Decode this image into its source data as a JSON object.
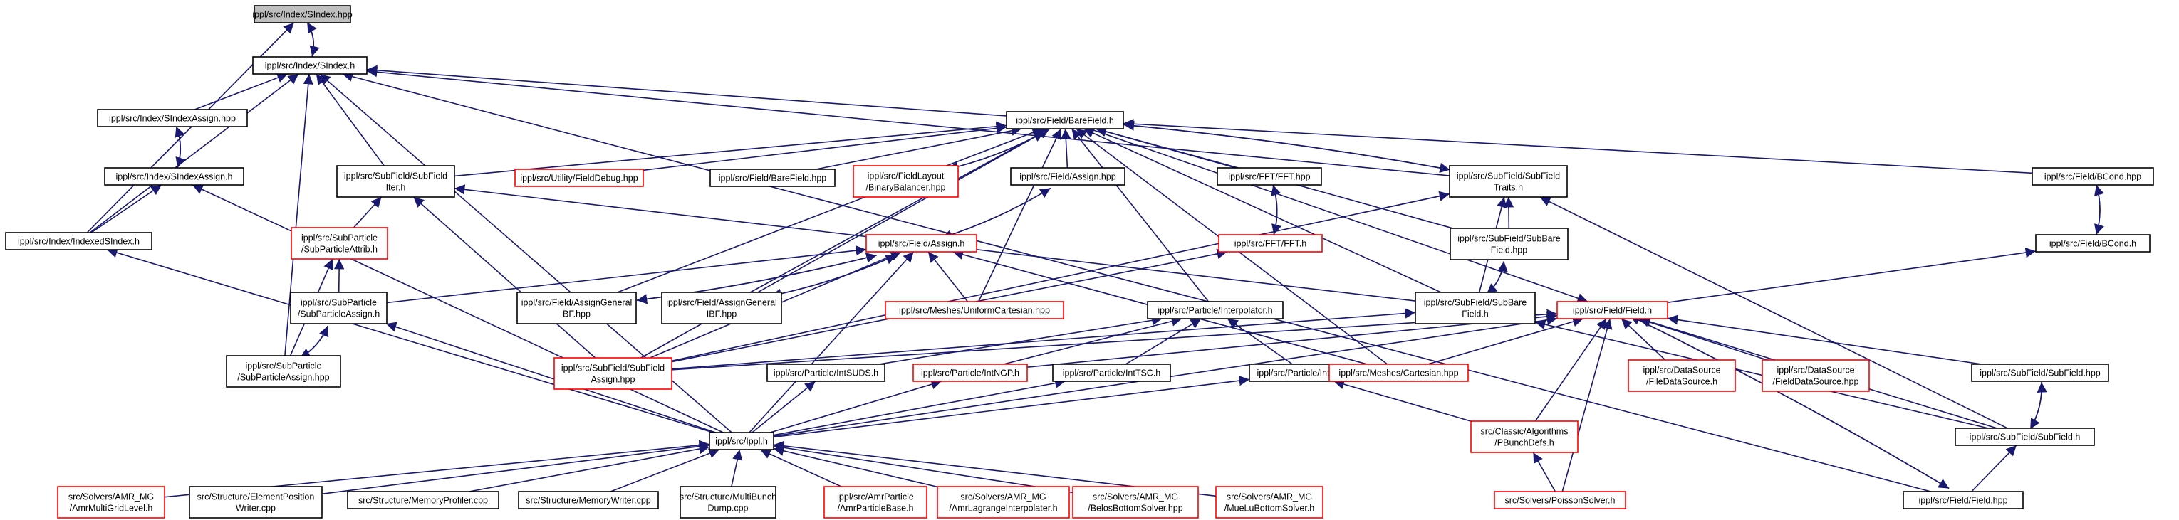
{
  "colors": {
    "edge": "#191970",
    "missing_border": "#ff0000",
    "root_fill": "#bfbfbf",
    "normal_border": "#000000"
  },
  "nodes": [
    {
      "id": "sindex_hpp",
      "lines": [
        "ippl/src/Index/SIndex.hpp"
      ],
      "root": true
    },
    {
      "id": "sindex_h",
      "lines": [
        "ippl/src/Index/SIndex.h"
      ]
    },
    {
      "id": "sindexassign_hpp",
      "lines": [
        "ippl/src/Index/SIndexAssign.hpp"
      ]
    },
    {
      "id": "sindexassign_h",
      "lines": [
        "ippl/src/Index/SIndexAssign.h"
      ]
    },
    {
      "id": "indexedsindex_h",
      "lines": [
        "ippl/src/Index/IndexedSIndex.h"
      ]
    },
    {
      "id": "barefield_h",
      "lines": [
        "ippl/src/Field/BareField.h"
      ]
    },
    {
      "id": "subfielditer_h",
      "lines": [
        "ippl/src/SubField/SubField",
        "Iter.h"
      ]
    },
    {
      "id": "fielddebug_hpp",
      "lines": [
        "ippl/src/Utility/FieldDebug.hpp"
      ],
      "missing": true
    },
    {
      "id": "barefield_hpp",
      "lines": [
        "ippl/src/Field/BareField.hpp"
      ]
    },
    {
      "id": "binarybalancer_hpp",
      "lines": [
        "ippl/src/FieldLayout",
        "/BinaryBalancer.hpp"
      ],
      "missing": true
    },
    {
      "id": "assign_hpp",
      "lines": [
        "ippl/src/Field/Assign.hpp"
      ]
    },
    {
      "id": "fft_hpp",
      "lines": [
        "ippl/src/FFT/FFT.hpp"
      ]
    },
    {
      "id": "subfieldtraits_h",
      "lines": [
        "ippl/src/SubField/SubField",
        "Traits.h"
      ]
    },
    {
      "id": "bcond_hpp",
      "lines": [
        "ippl/src/Field/BCond.hpp"
      ]
    },
    {
      "id": "subparticleattrib_h",
      "lines": [
        "ippl/src/SubParticle",
        "/SubParticleAttrib.h"
      ],
      "missing": true
    },
    {
      "id": "assign_h",
      "lines": [
        "ippl/src/Field/Assign.h"
      ],
      "missing": true
    },
    {
      "id": "fft_h",
      "lines": [
        "ippl/src/FFT/FFT.h"
      ],
      "missing": true
    },
    {
      "id": "subbarefield_hpp",
      "lines": [
        "ippl/src/SubField/SubBare",
        "Field.hpp"
      ]
    },
    {
      "id": "bcond_h",
      "lines": [
        "ippl/src/Field/BCond.h"
      ]
    },
    {
      "id": "subparticleassign_h",
      "lines": [
        "ippl/src/SubParticle",
        "/SubParticleAssign.h"
      ]
    },
    {
      "id": "assigngeneralbf_hpp",
      "lines": [
        "ippl/src/Field/AssignGeneral",
        "BF.hpp"
      ]
    },
    {
      "id": "assigngeneralibf_hpp",
      "lines": [
        "ippl/src/Field/AssignGeneral",
        "IBF.hpp"
      ]
    },
    {
      "id": "uniformcartesian_hpp",
      "lines": [
        "ippl/src/Meshes/UniformCartesian.hpp"
      ],
      "missing": true
    },
    {
      "id": "interpolator_h",
      "lines": [
        "ippl/src/Particle/Interpolator.h"
      ]
    },
    {
      "id": "subbarefield_h",
      "lines": [
        "ippl/src/SubField/SubBare",
        "Field.h"
      ]
    },
    {
      "id": "field_h",
      "lines": [
        "ippl/src/Field/Field.h"
      ],
      "missing": true
    },
    {
      "id": "subparticleassign_hpp",
      "lines": [
        "ippl/src/SubParticle",
        "/SubParticleAssign.hpp"
      ]
    },
    {
      "id": "subfieldassign_hpp",
      "lines": [
        "ippl/src/SubField/SubField",
        "Assign.hpp"
      ],
      "missing": true
    },
    {
      "id": "intsuds_h",
      "lines": [
        "ippl/src/Particle/IntSUDS.h"
      ]
    },
    {
      "id": "intngp_h",
      "lines": [
        "ippl/src/Particle/IntNGP.h"
      ],
      "missing": true
    },
    {
      "id": "inttsc_h",
      "lines": [
        "ippl/src/Particle/IntTSC.h"
      ]
    },
    {
      "id": "intcic_h",
      "lines": [
        "ippl/src/Particle/IntCIC.h"
      ]
    },
    {
      "id": "cartesian_hpp",
      "lines": [
        "ippl/src/Meshes/Cartesian.hpp"
      ],
      "missing": true
    },
    {
      "id": "filedatasource_h",
      "lines": [
        "ippl/src/DataSource",
        "/FileDataSource.h"
      ],
      "missing": true
    },
    {
      "id": "fielddatasource_hpp",
      "lines": [
        "ippl/src/DataSource",
        "/FieldDataSource.hpp"
      ],
      "missing": true
    },
    {
      "id": "subfield_hpp",
      "lines": [
        "ippl/src/SubField/SubField.hpp"
      ]
    },
    {
      "id": "pbunchdefs_h",
      "lines": [
        "src/Classic/Algorithms",
        "/PBunchDefs.h"
      ],
      "missing": true
    },
    {
      "id": "subfield_h",
      "lines": [
        "ippl/src/SubField/SubField.h"
      ]
    },
    {
      "id": "ippl_h",
      "lines": [
        "ippl/src/Ippl.h"
      ]
    },
    {
      "id": "poissonsolver_h",
      "lines": [
        "src/Solvers/PoissonSolver.h"
      ],
      "missing": true
    },
    {
      "id": "field_hpp",
      "lines": [
        "ippl/src/Field/Field.hpp"
      ]
    },
    {
      "id": "amrmultigridlevel_h",
      "lines": [
        "src/Solvers/AMR_MG",
        "/AmrMultiGridLevel.h"
      ],
      "missing": true
    },
    {
      "id": "elementposition_cpp",
      "lines": [
        "src/Structure/ElementPosition",
        "Writer.cpp"
      ]
    },
    {
      "id": "memoryprofiler_cpp",
      "lines": [
        "src/Structure/MemoryProfiler.cpp"
      ]
    },
    {
      "id": "memorywriter_cpp",
      "lines": [
        "src/Structure/MemoryWriter.cpp"
      ]
    },
    {
      "id": "multibunchdump_cpp",
      "lines": [
        "src/Structure/MultiBunch",
        "Dump.cpp"
      ]
    },
    {
      "id": "amrparticlebase_h",
      "lines": [
        "ippl/src/AmrParticle",
        "/AmrParticleBase.h"
      ],
      "missing": true
    },
    {
      "id": "amrlagrangeinterpolater_h",
      "lines": [
        "src/Solvers/AMR_MG",
        "/AmrLagrangeInterpolater.h"
      ],
      "missing": true
    },
    {
      "id": "belosbottomsolver_hpp",
      "lines": [
        "src/Solvers/AMR_MG",
        "/BelosBottomSolver.hpp"
      ],
      "missing": true
    },
    {
      "id": "muelubottomsolver_h",
      "lines": [
        "src/Solvers/AMR_MG",
        "/MueLuBottomSolver.h"
      ],
      "missing": true
    }
  ],
  "edges": [
    [
      "sindex_hpp",
      "sindex_h"
    ],
    [
      "sindex_h",
      "sindex_hpp"
    ],
    [
      "sindex_hpp",
      "indexedsindex_h"
    ],
    [
      "sindex_h",
      "indexedsindex_h"
    ],
    [
      "sindex_h",
      "sindexassign_hpp"
    ],
    [
      "sindex_h",
      "barefield_h"
    ],
    [
      "sindex_h",
      "subfieldtraits_h"
    ],
    [
      "sindex_h",
      "subfielditer_h"
    ],
    [
      "sindex_h",
      "subparticleassign_hpp"
    ],
    [
      "sindex_h",
      "ippl_h"
    ],
    [
      "sindex_h",
      "field_hpp"
    ],
    [
      "sindexassign_hpp",
      "sindexassign_h"
    ],
    [
      "sindexassign_h",
      "sindexassign_hpp"
    ],
    [
      "sindexassign_h",
      "indexedsindex_h"
    ],
    [
      "sindexassign_h",
      "ippl_h"
    ],
    [
      "indexedsindex_h",
      "ippl_h"
    ],
    [
      "barefield_h",
      "subfielditer_h"
    ],
    [
      "barefield_h",
      "fielddebug_hpp"
    ],
    [
      "barefield_h",
      "barefield_hpp"
    ],
    [
      "barefield_h",
      "binarybalancer_hpp"
    ],
    [
      "binarybalancer_hpp",
      "barefield_h"
    ],
    [
      "barefield_h",
      "assign_hpp"
    ],
    [
      "barefield_h",
      "fft_hpp"
    ],
    [
      "barefield_h",
      "subfieldtraits_h"
    ],
    [
      "subfieldtraits_h",
      "barefield_h"
    ],
    [
      "barefield_h",
      "bcond_hpp"
    ],
    [
      "barefield_h",
      "assigngeneralbf_hpp"
    ],
    [
      "barefield_h",
      "assigngeneralibf_hpp"
    ],
    [
      "barefield_h",
      "uniformcartesian_hpp"
    ],
    [
      "barefield_h",
      "interpolator_h"
    ],
    [
      "barefield_h",
      "subbarefield_hpp"
    ],
    [
      "barefield_h",
      "subbarefield_h"
    ],
    [
      "barefield_h",
      "cartesian_hpp"
    ],
    [
      "barefield_h",
      "subfieldassign_hpp"
    ],
    [
      "field_h",
      "barefield_h"
    ],
    [
      "subfielditer_h",
      "subparticleattrib_h"
    ],
    [
      "subfielditer_h",
      "subfieldassign_hpp"
    ],
    [
      "subfielditer_h",
      "subbarefield_h"
    ],
    [
      "assign_hpp",
      "assign_h"
    ],
    [
      "assign_h",
      "assign_hpp"
    ],
    [
      "assign_h",
      "assigngeneralbf_hpp"
    ],
    [
      "assign_h",
      "assigngeneralibf_hpp"
    ],
    [
      "assigngeneralbf_hpp",
      "assign_h"
    ],
    [
      "assigngeneralibf_hpp",
      "assign_h"
    ],
    [
      "assign_h",
      "uniformcartesian_hpp"
    ],
    [
      "assign_h",
      "cartesian_hpp"
    ],
    [
      "assign_h",
      "subfieldassign_hpp"
    ],
    [
      "assign_h",
      "ippl_h"
    ],
    [
      "assign_h",
      "subparticleassign_h"
    ],
    [
      "fft_hpp",
      "fft_h"
    ],
    [
      "fft_h",
      "fft_hpp"
    ],
    [
      "fft_h",
      "subfieldassign_hpp"
    ],
    [
      "subfieldtraits_h",
      "subbarefield_hpp"
    ],
    [
      "subfieldtraits_h",
      "subbarefield_h"
    ],
    [
      "subfieldtraits_h",
      "subfield_h"
    ],
    [
      "subfieldtraits_h",
      "subfieldassign_hpp"
    ],
    [
      "bcond_hpp",
      "bcond_h"
    ],
    [
      "bcond_h",
      "bcond_hpp"
    ],
    [
      "bcond_h",
      "field_h"
    ],
    [
      "subparticleattrib_h",
      "subparticleassign_h"
    ],
    [
      "subparticleattrib_h",
      "subparticleassign_hpp"
    ],
    [
      "subparticleassign_h",
      "subparticleassign_hpp"
    ],
    [
      "subparticleassign_hpp",
      "subparticleassign_h"
    ],
    [
      "subparticleassign_h",
      "ippl_h"
    ],
    [
      "subbarefield_hpp",
      "subbarefield_h"
    ],
    [
      "subbarefield_h",
      "subbarefield_hpp"
    ],
    [
      "subbarefield_h",
      "subfield_h"
    ],
    [
      "subbarefield_h",
      "subfieldassign_hpp"
    ],
    [
      "interpolator_h",
      "intsuds_h"
    ],
    [
      "interpolator_h",
      "intngp_h"
    ],
    [
      "interpolator_h",
      "inttsc_h"
    ],
    [
      "interpolator_h",
      "intcic_h"
    ],
    [
      "intsuds_h",
      "ippl_h"
    ],
    [
      "intngp_h",
      "ippl_h"
    ],
    [
      "inttsc_h",
      "ippl_h"
    ],
    [
      "intcic_h",
      "ippl_h"
    ],
    [
      "intcic_h",
      "pbunchdefs_h"
    ],
    [
      "field_h",
      "subfieldassign_hpp"
    ],
    [
      "field_h",
      "intngp_h"
    ],
    [
      "field_h",
      "cartesian_hpp"
    ],
    [
      "field_h",
      "filedatasource_h"
    ],
    [
      "field_h",
      "fielddatasource_hpp"
    ],
    [
      "field_h",
      "subfield_hpp"
    ],
    [
      "field_h",
      "subfield_h"
    ],
    [
      "field_h",
      "pbunchdefs_h"
    ],
    [
      "field_h",
      "poissonsolver_h"
    ],
    [
      "field_h",
      "field_hpp"
    ],
    [
      "field_hpp",
      "field_h"
    ],
    [
      "field_h",
      "ippl_h"
    ],
    [
      "subfield_hpp",
      "subfield_h"
    ],
    [
      "subfield_h",
      "subfield_hpp"
    ],
    [
      "subfield_h",
      "field_hpp"
    ],
    [
      "pbunchdefs_h",
      "poissonsolver_h"
    ],
    [
      "ippl_h",
      "amrmultigridlevel_h"
    ],
    [
      "ippl_h",
      "elementposition_cpp"
    ],
    [
      "ippl_h",
      "memoryprofiler_cpp"
    ],
    [
      "ippl_h",
      "memorywriter_cpp"
    ],
    [
      "ippl_h",
      "multibunchdump_cpp"
    ],
    [
      "ippl_h",
      "amrparticlebase_h"
    ],
    [
      "ippl_h",
      "amrlagrangeinterpolater_h"
    ],
    [
      "ippl_h",
      "belosbottomsolver_hpp"
    ],
    [
      "ippl_h",
      "muelubottomsolver_h"
    ]
  ]
}
